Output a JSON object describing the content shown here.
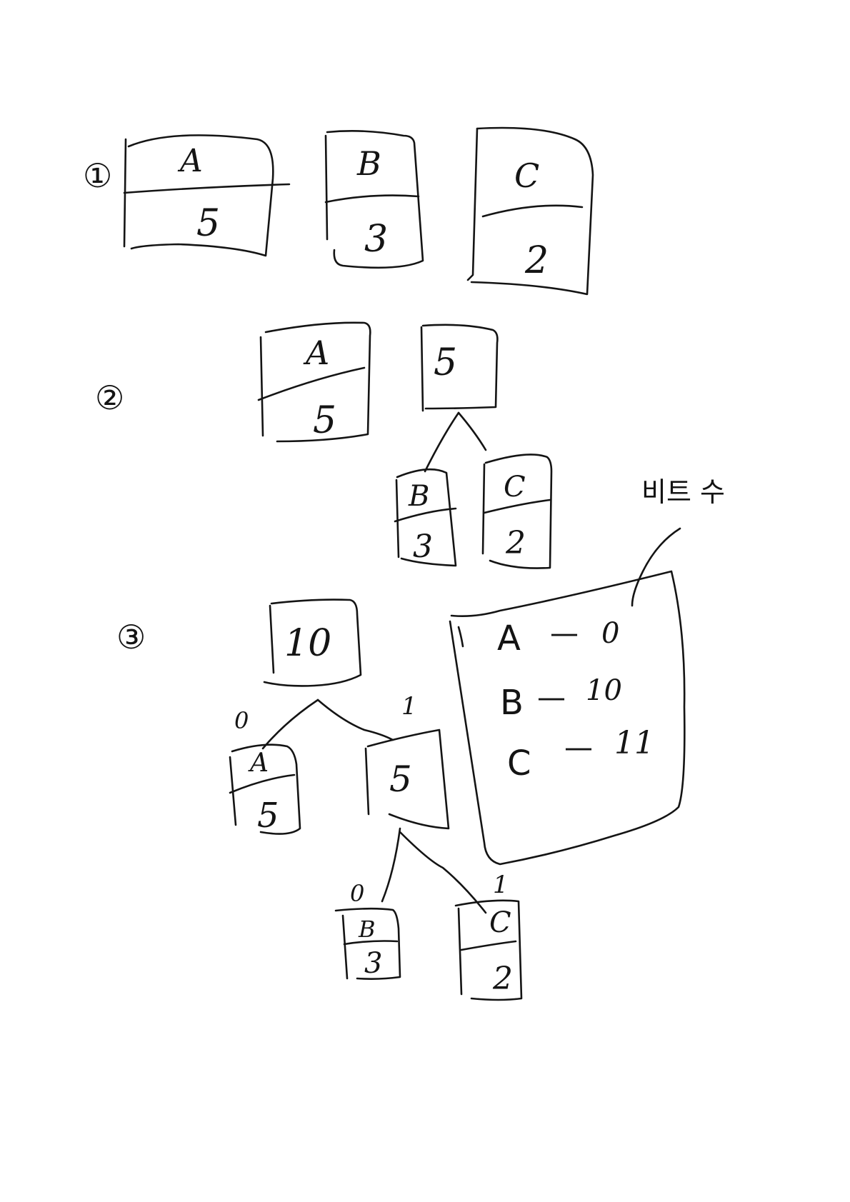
{
  "steps": {
    "step1": "①",
    "step2": "②",
    "step3": "③"
  },
  "step1_nodes": [
    {
      "symbol": "A",
      "count": "5"
    },
    {
      "symbol": "B",
      "count": "3"
    },
    {
      "symbol": "C",
      "count": "2"
    }
  ],
  "step2": {
    "node_a": {
      "symbol": "A",
      "count": "5"
    },
    "internal": "5",
    "node_b": {
      "symbol": "B",
      "count": "3"
    },
    "node_c": {
      "symbol": "C",
      "count": "2"
    }
  },
  "step3": {
    "root": "10",
    "root_edge_left": "0",
    "root_edge_right": "1",
    "node_a": {
      "symbol": "A",
      "count": "5"
    },
    "internal": "5",
    "internal_edge_left": "0",
    "internal_edge_right": "1",
    "node_b": {
      "symbol": "B",
      "count": "3"
    },
    "node_c": {
      "symbol": "C",
      "count": "2"
    }
  },
  "codes": {
    "note": "비트 수",
    "rows": [
      {
        "symbol": "A",
        "dash": "—",
        "code": "0"
      },
      {
        "symbol": "B",
        "dash": "—",
        "code": "10"
      },
      {
        "symbol": "C",
        "dash": "—",
        "code": "11"
      }
    ]
  }
}
